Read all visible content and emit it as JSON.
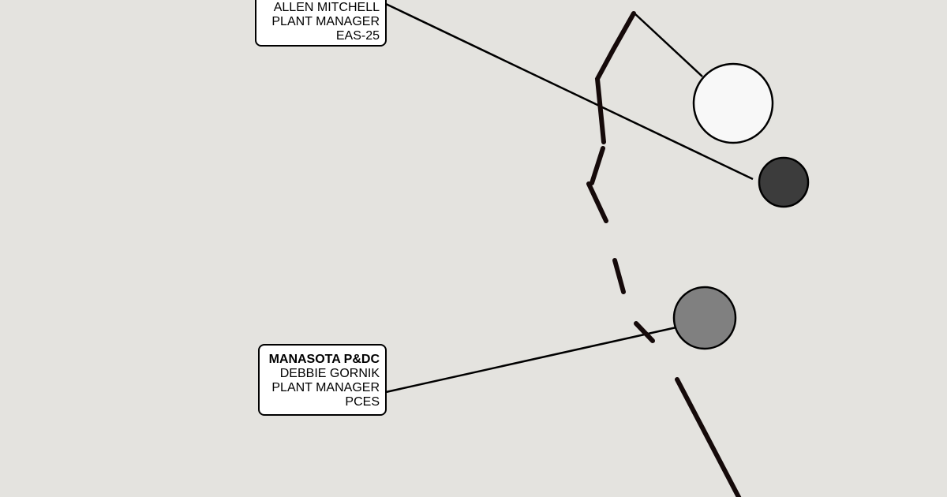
{
  "colors": {
    "background": "#e4e3df",
    "route": "#150a0a",
    "marker_white": "#f8f8f8",
    "marker_dark": "#3c3c3c",
    "marker_gray": "#808080"
  },
  "labels": [
    {
      "lines": [
        "ALLEN MITCHELL",
        "PLANT MANAGER",
        "EAS-25"
      ]
    },
    {
      "title": "MANASOTA P&DC",
      "lines": [
        "DEBBIE GORNIK",
        "PLANT MANAGER",
        "PCES"
      ]
    }
  ]
}
